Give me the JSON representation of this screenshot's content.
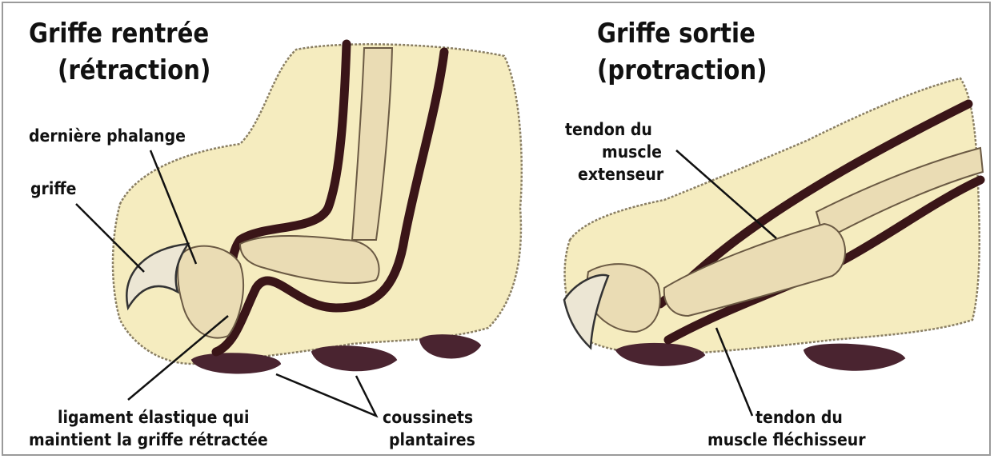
{
  "colors": {
    "fur": "#f5ecbf",
    "fur_edge": "#8a7f64",
    "pad": "#4a2430",
    "tendon": "#3a1518",
    "bone": "#eadcb4",
    "bone_edge": "#6b5a44",
    "claw": "#ece6d4",
    "leader": "#111111"
  },
  "left": {
    "title_line1": "Griffe rentrée",
    "title_line2": "(rétraction)",
    "label_phalange": "dernière phalange",
    "label_griffe": "griffe",
    "label_ligament_line1": "ligament élastique qui",
    "label_ligament_line2": "maintient la griffe rétractée",
    "label_coussinets_line1": "coussinets",
    "label_coussinets_line2": "plantaires"
  },
  "right": {
    "title_line1": "Griffe sortie",
    "title_line2": "(protraction)",
    "label_extenseur_line1": "tendon du",
    "label_extenseur_line2": "muscle",
    "label_extenseur_line3": "extenseur",
    "label_flechisseur_line1": "tendon du",
    "label_flechisseur_line2": "muscle fléchisseur"
  }
}
